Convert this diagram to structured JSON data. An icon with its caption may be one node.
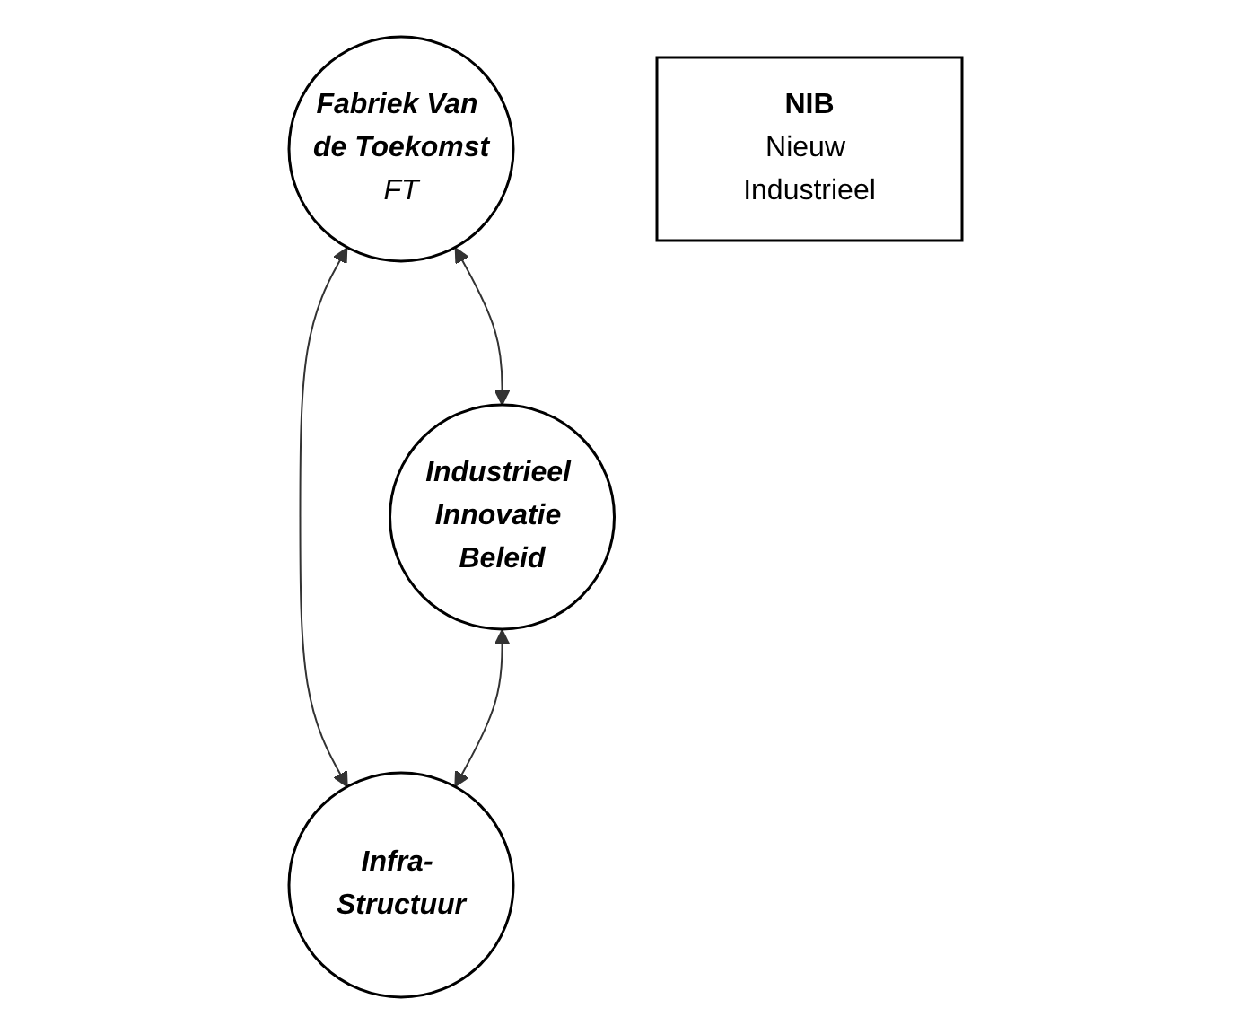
{
  "diagram": {
    "nodes": [
      {
        "text": [
          "Fabriek Van de Toekomst",
          "FT"
        ]
      },
      {
        "text": [
          "Industrieel Innovatie Beleid"
        ]
      },
      {
        "text": [
          "NIB",
          "Nieuw Industrieel"
        ]
      },
      {
        "text": [
          "Infra- Structuur"
        ]
      }
    ],
    "edges": [
      {
        "from": 0,
        "to": 1,
        "arrow": "both"
      },
      {
        "from": 0,
        "to": 3,
        "arrow": "both"
      },
      {
        "from": 1,
        "to": 3,
        "arrow": "both"
      }
    ]
  }
}
